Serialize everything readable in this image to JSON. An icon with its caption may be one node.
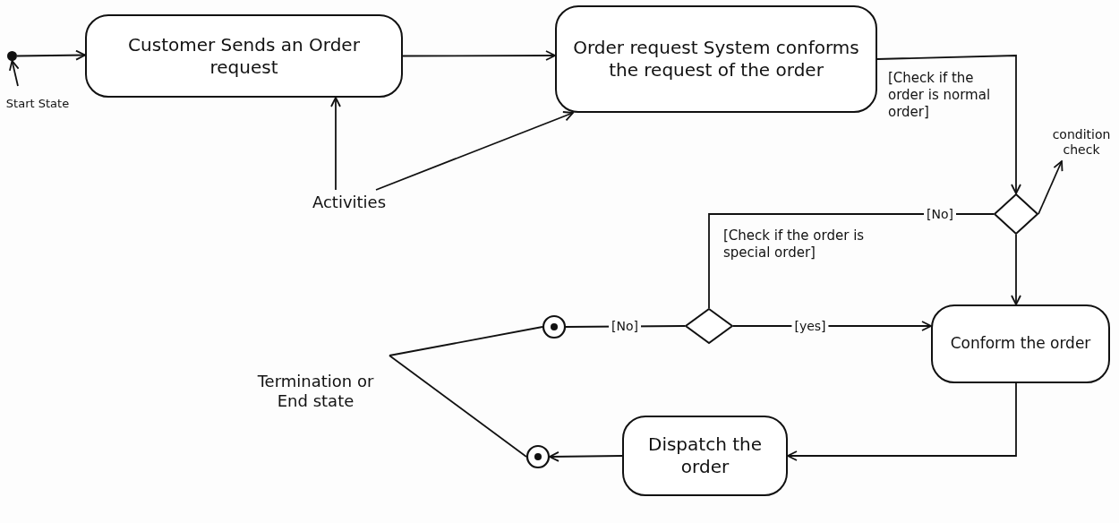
{
  "diagram": {
    "nodes": [
      {
        "text": [],
        "shape": "circle"
      },
      {
        "text": [
          "Start State"
        ]
      },
      {
        "text": [
          "Customer Sends an Order request"
        ]
      },
      {
        "text": [
          "Activities"
        ]
      },
      {
        "text": [
          "Order request System conforms the request of the order"
        ]
      },
      {
        "text": [],
        "shape": "diamond"
      },
      {
        "text": [
          "condition check"
        ]
      },
      {
        "text": [],
        "shape": "diamond"
      },
      {
        "text": [
          "Conform the order"
        ]
      },
      {
        "text": [
          "Dispatch the order"
        ]
      },
      {
        "text": [],
        "shape": "circle"
      },
      {
        "text": [],
        "shape": "circle"
      },
      {
        "text": [
          "Termination or End state"
        ]
      }
    ],
    "edges": [
      {
        "from": 0,
        "to": 2,
        "arrow": "to"
      },
      {
        "from": 1,
        "to": 0,
        "arrow": "to"
      },
      {
        "from": 2,
        "to": 4,
        "arrow": "to"
      },
      {
        "from": 3,
        "to": 2,
        "arrow": "to"
      },
      {
        "from": 3,
        "to": 4,
        "arrow": "to"
      },
      {
        "from": 4,
        "to": 5,
        "arrow": "to"
      },
      {
        "from": 5,
        "to": 6,
        "arrow": "to"
      },
      {
        "from": 5,
        "to": 8,
        "arrow": "to"
      },
      {
        "from": 5,
        "to": 7,
        "arrow": "none",
        "label": "[No]"
      },
      {
        "from": 7,
        "to": 8,
        "arrow": "to",
        "label": "[yes]"
      },
      {
        "from": 7,
        "to": 10,
        "arrow": "none",
        "label": "[No]"
      },
      {
        "from": 8,
        "to": 9,
        "arrow": "to"
      },
      {
        "from": 9,
        "to": 11,
        "arrow": "to"
      },
      {
        "from": 12,
        "to": 10,
        "arrow": "none"
      },
      {
        "from": 12,
        "to": 11,
        "arrow": "none"
      }
    ],
    "labels": [
      "[Check if the order is normal order]",
      "[Check if the order is special order]"
    ]
  }
}
